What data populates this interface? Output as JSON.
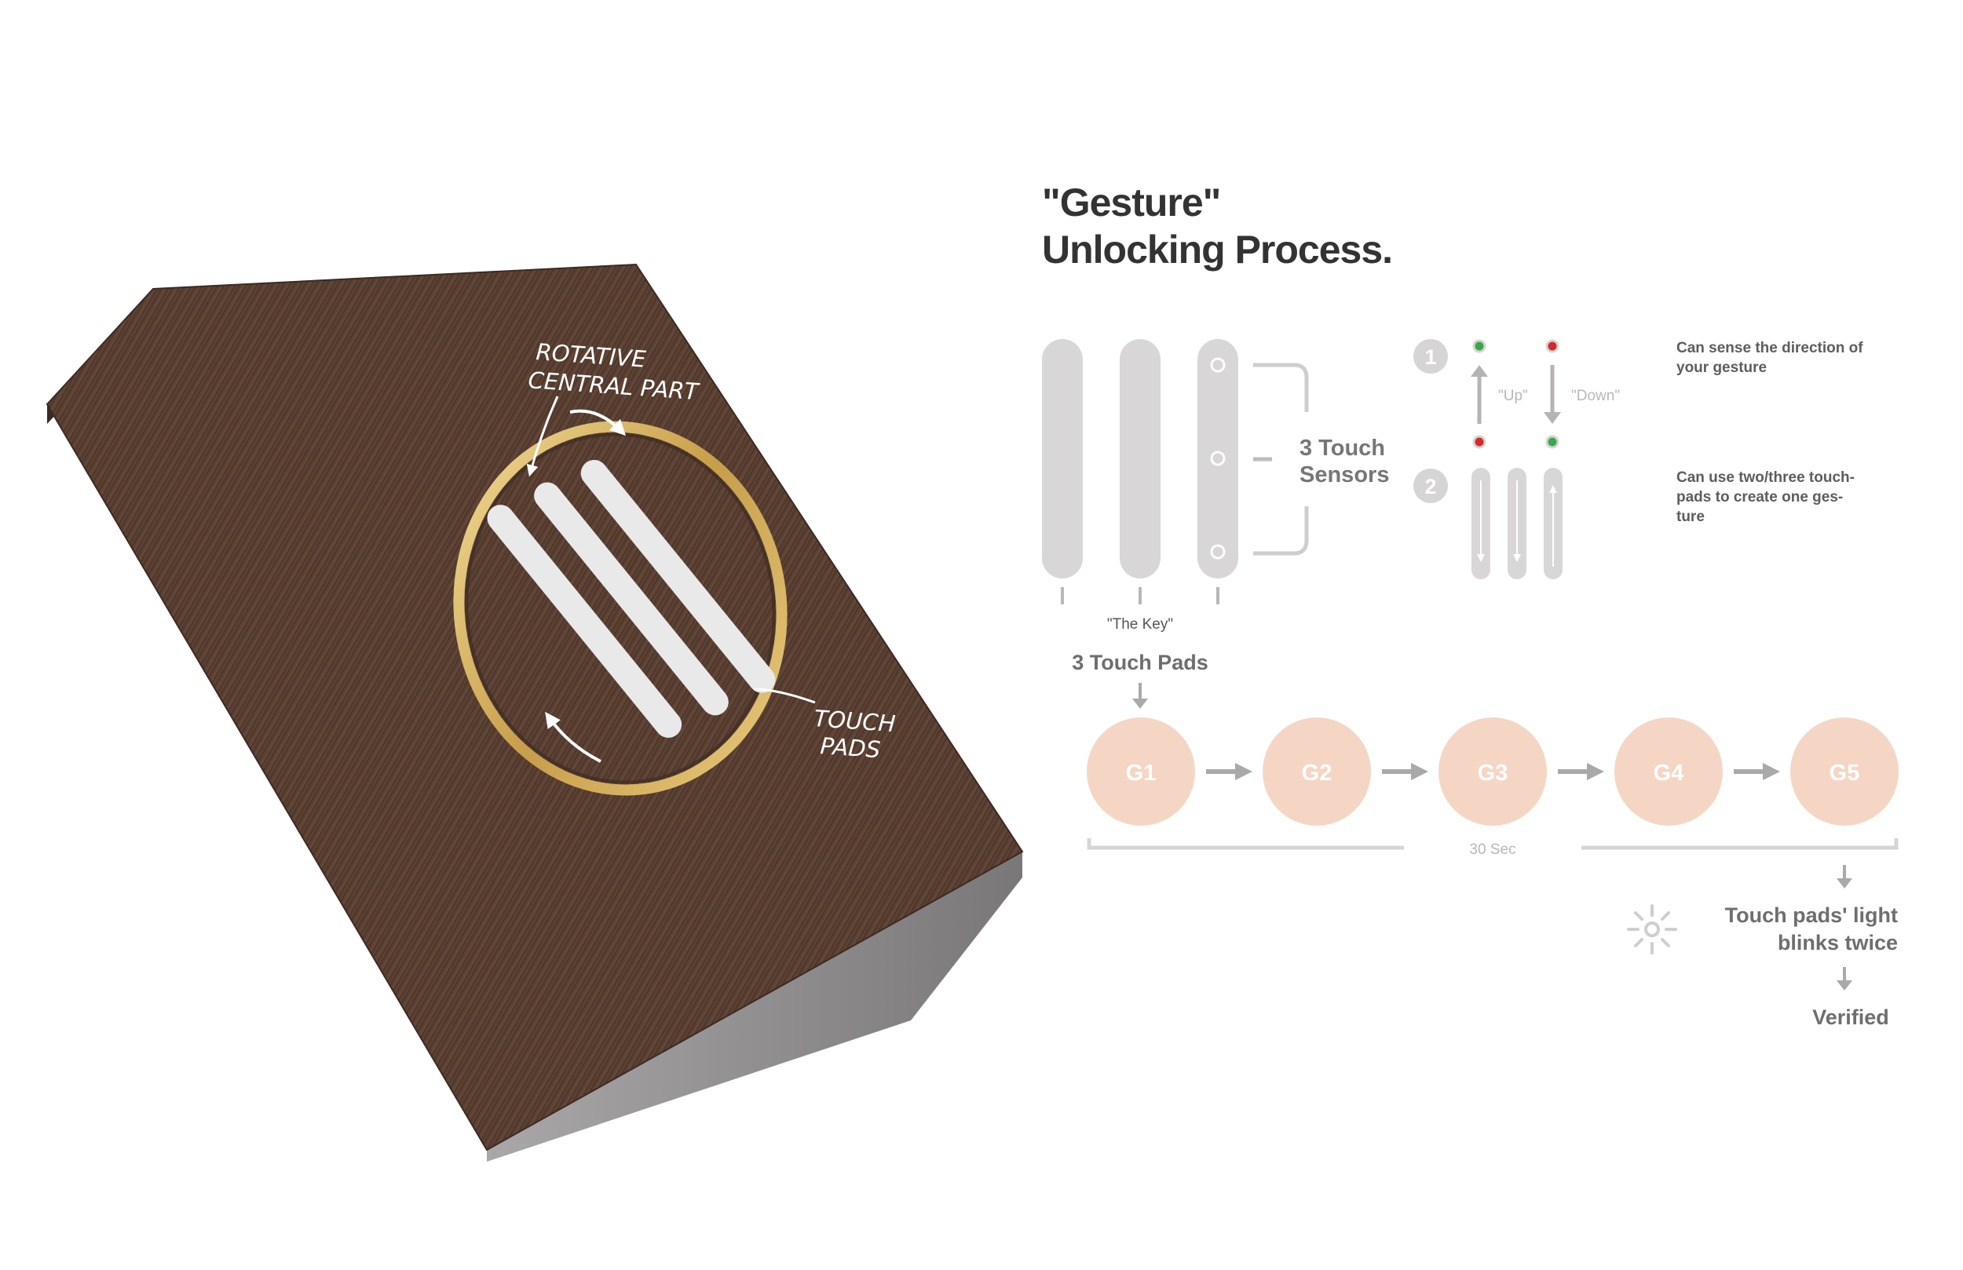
{
  "header": {
    "title_line1": "\"Gesture\"",
    "title_line2": "Unlocking Process."
  },
  "device": {
    "annotation_rotative_line1": "ROTATIVE",
    "annotation_rotative_line2": "CENTRAL PART",
    "annotation_touch_line1": "TOUCH",
    "annotation_touch_line2": "PADS",
    "wood_color": "#5b4133",
    "ring_color": "#d8b76a",
    "pad_color": "#e9e9e9"
  },
  "sensors": {
    "label_line1": "3 Touch",
    "label_line2": "Sensors",
    "key_label": "\"The Key\"",
    "pads_label": "3 Touch Pads"
  },
  "gestures": {
    "step1_number": "1",
    "step2_number": "2",
    "up_label": "\"Up\"",
    "down_label": "\"Down\"",
    "step1_text_line1": "Can sense the direction of",
    "step1_text_line2": "your gesture",
    "step2_text_line1": "Can use two/three touch-",
    "step2_text_line2": "pads to create one ges-",
    "step2_text_line3": "ture",
    "start_dot_color": "#3aa84a",
    "end_dot_color": "#d42a2a"
  },
  "sequence": {
    "nodes": [
      "G1",
      "G2",
      "G3",
      "G4",
      "G5"
    ],
    "time_label": "30 Sec",
    "node_color": "#f5d6c4"
  },
  "outcome": {
    "light_line1": "Touch pads' light",
    "light_line2": "blinks twice",
    "verified": "Verified",
    "icon": "light-blink-icon"
  }
}
